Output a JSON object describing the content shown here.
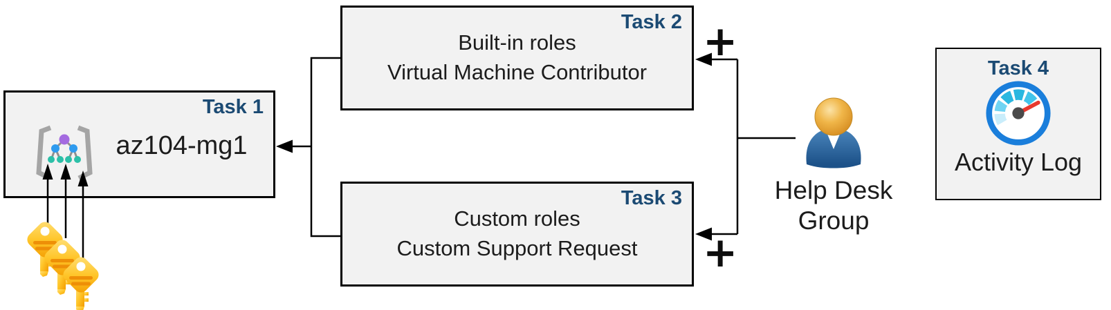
{
  "colors": {
    "background": "#ffffff",
    "box_fill": "#f2f2f2",
    "box_border": "#000000",
    "task_badge_blue": "#1b4a73",
    "body_text": "#1c1c1c",
    "connector": "#000000",
    "key_gold": "#ffc62b",
    "key_stripe": "#ee8f07",
    "bracket_gray": "#a5a5a5",
    "tree_root_purple": "#a46be0",
    "tree_mid_blue": "#2e9bef",
    "tree_leaf_teal": "#2cc0a8",
    "person_body_blue": "#2e6eac",
    "person_head_gold": "#e8a33d",
    "gauge_ring_blue": "#1a7edb",
    "gauge_needle_red": "#e8392e",
    "gauge_hub_gray": "#4a4a4a"
  },
  "nodes": {
    "task1": {
      "badge": "Task 1",
      "name": "az104-mg1",
      "icon": "management-group-icon"
    },
    "task2": {
      "badge": "Task 2",
      "line1": "Built-in roles",
      "line2": "Virtual Machine Contributor"
    },
    "task3": {
      "badge": "Task 3",
      "line1": "Custom roles",
      "line2": "Custom Support Request"
    },
    "task4": {
      "badge": "Task 4",
      "caption": "Activity Log",
      "icon": "activity-log-gauge-icon"
    },
    "help_desk_group": {
      "line1": "Help Desk",
      "line2": "Group",
      "icon": "user-icon"
    }
  },
  "annotations": {
    "plus_task2": "+",
    "plus_task3": "+"
  },
  "icons": {
    "task1": "management-group-icon",
    "task4": "activity-log-gauge-icon",
    "help_desk": "user-icon",
    "credentials": "key-icon"
  }
}
